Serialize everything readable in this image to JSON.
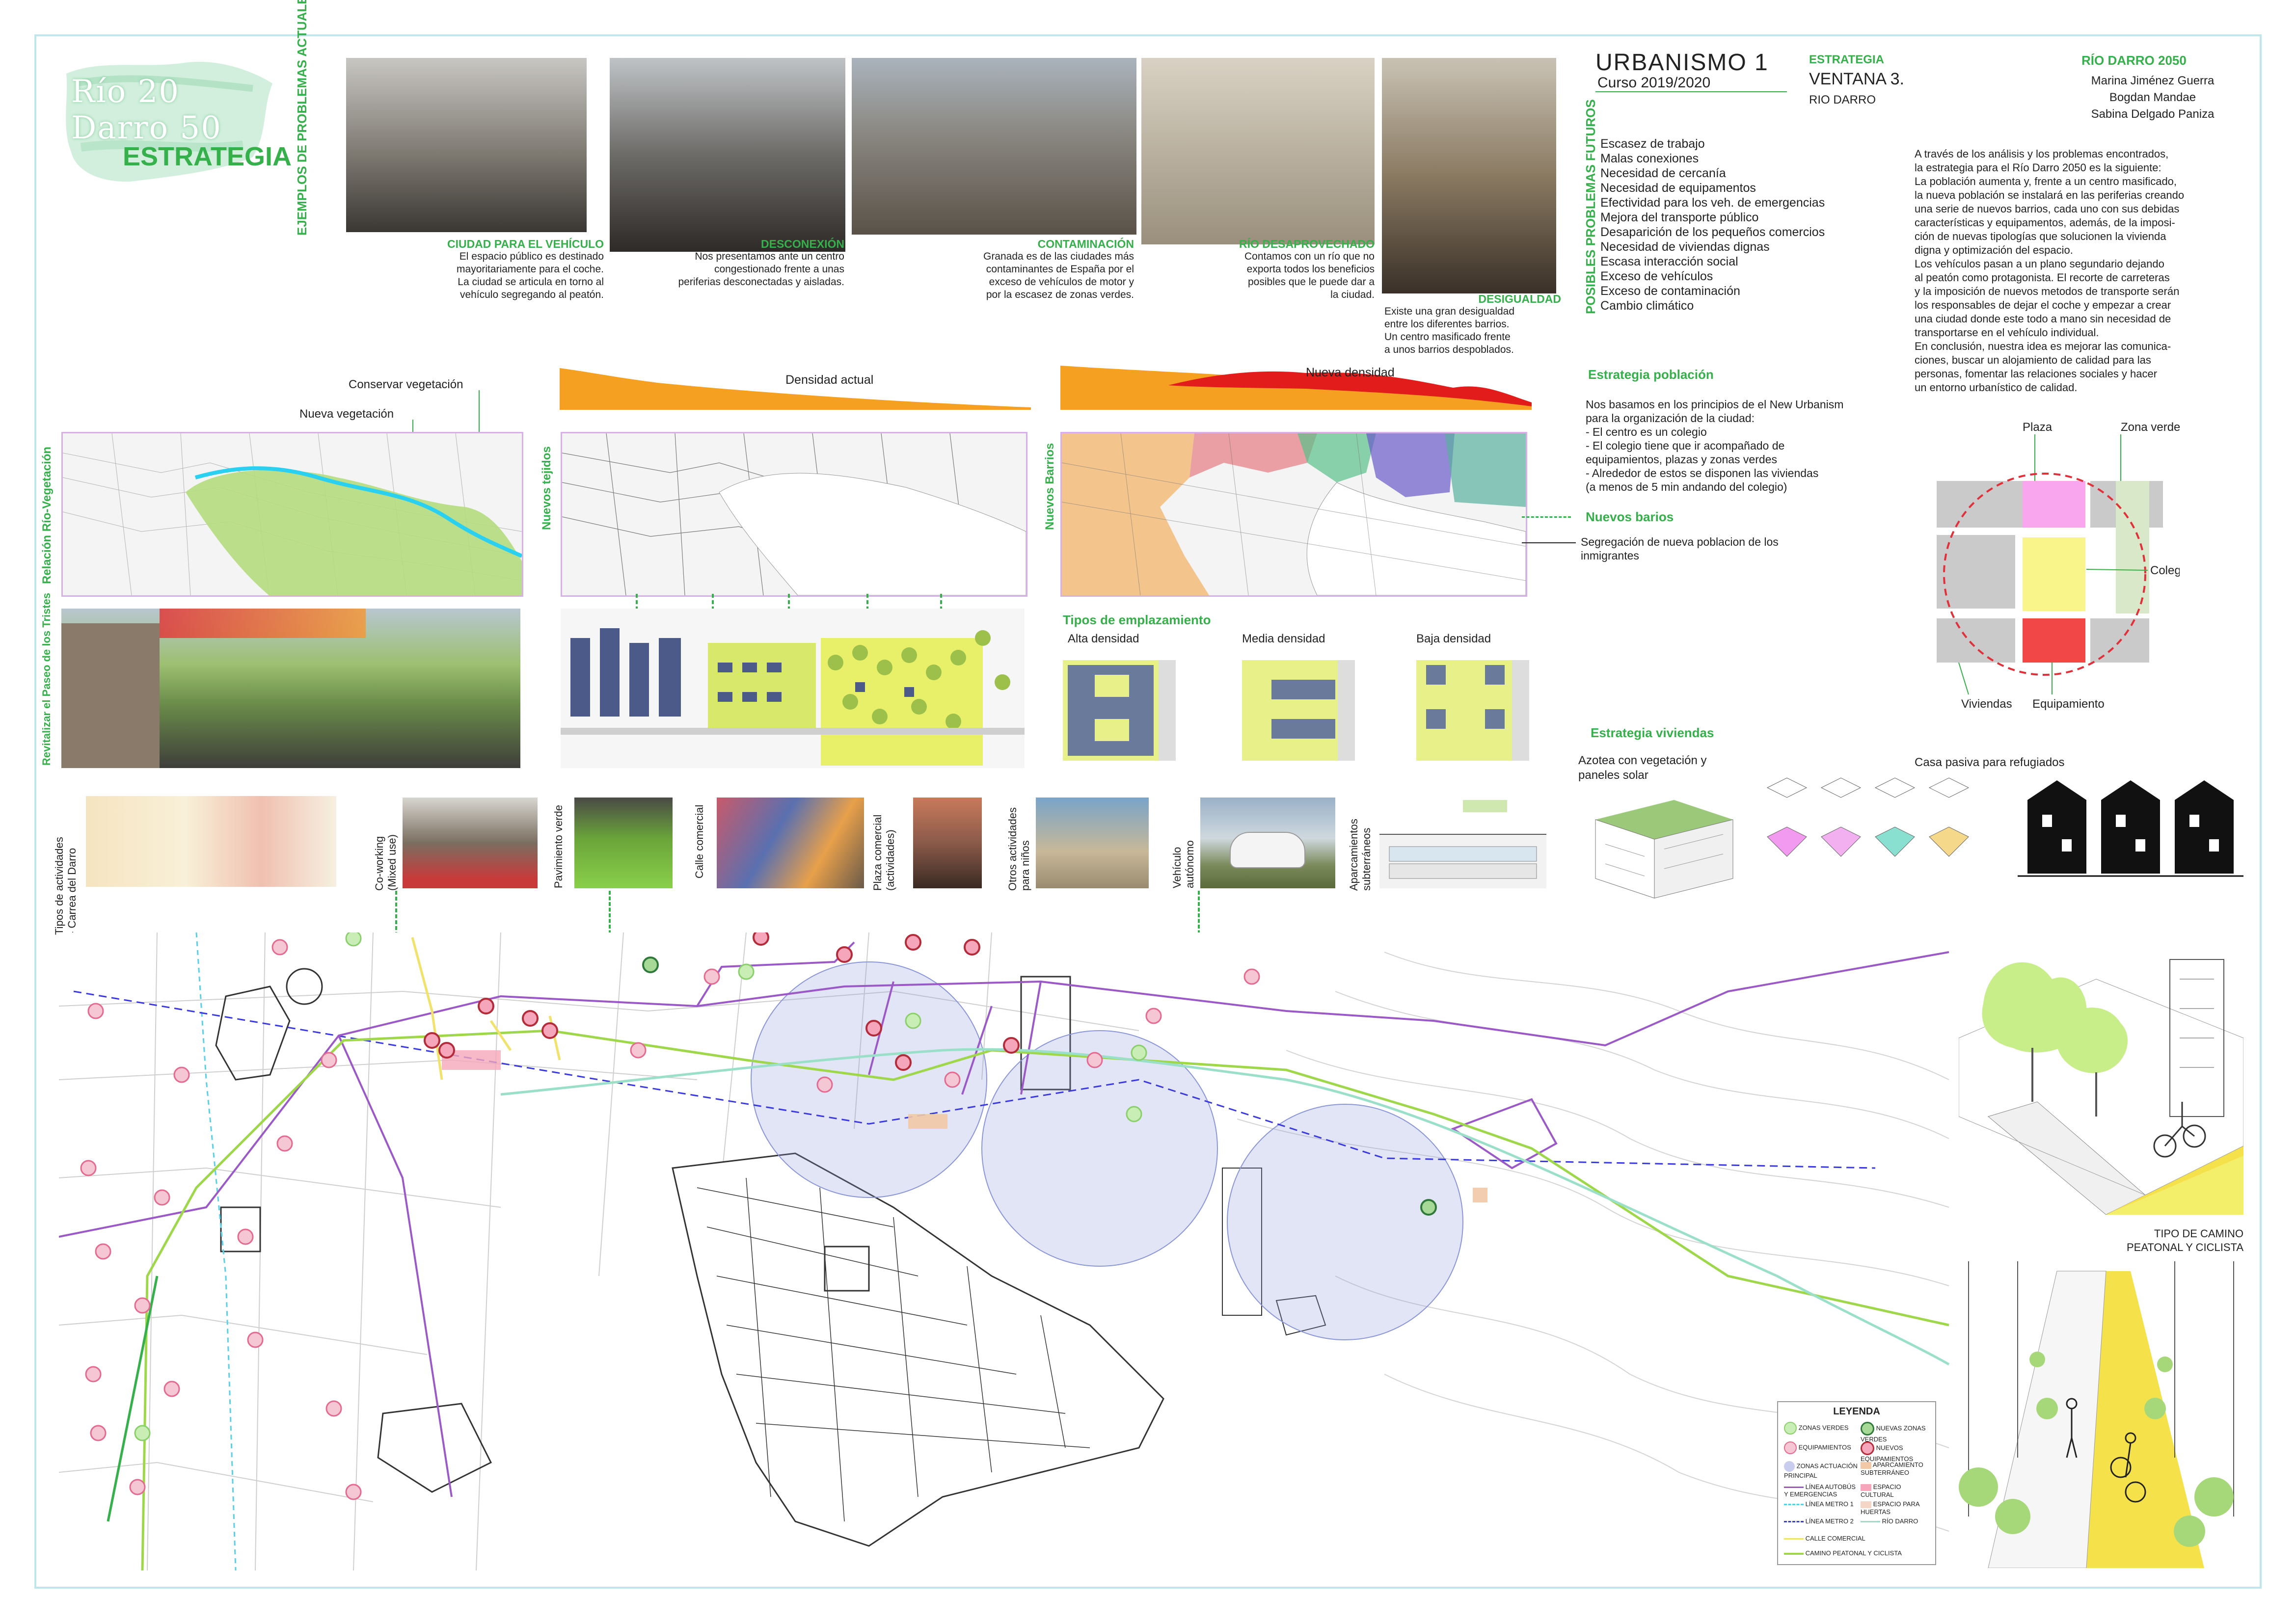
{
  "logo": {
    "text": "Río 20 Darro 50",
    "subtitle": "ESTRATEGIA"
  },
  "examples_label": "EJEMPLOS DE PROBLEMAS ACTUALES",
  "problems": [
    {
      "title": "CIUDAD PARA EL VEHÍCULO",
      "text": [
        "El espacio público es destinado",
        "mayoritariamente para el coche.",
        "La ciudad se articula en torno al",
        "vehículo segregando al peatón."
      ]
    },
    {
      "title": "DESCONEXIÓN",
      "text": [
        "Nos presentamos ante un centro",
        "congestionado frente a unas",
        "periferias desconectadas y aisladas."
      ]
    },
    {
      "title": "CONTAMINACIÓN",
      "text": [
        "Granada es de las ciudades más",
        "contaminantes de España por el",
        "exceso de vehículos de motor y",
        "por la escasez de zonas verdes."
      ]
    },
    {
      "title": "RÍO DESAPROVECHADO",
      "text": [
        "Contamos con un río que no",
        "exporta todos los beneficios",
        "posibles que le puede dar a",
        "la ciudad."
      ]
    },
    {
      "title": "DESIGUALDAD",
      "text": [
        "Existe una gran desigualdad",
        "entre los diferentes barrios.",
        "Un centro masificado frente",
        "a unos barrios despoblados."
      ]
    }
  ],
  "header": {
    "course": "URBANISMO 1",
    "year": "Curso 2019/2020",
    "strategy_label": "ESTRATEGIA",
    "window": "VENTANA 3.",
    "river": "RIO DARRO",
    "project": "RÍO DARRO 2050",
    "authors": [
      "Marina Jiménez Guerra",
      "Bogdan Mandae",
      "Sabina Delgado Paniza"
    ]
  },
  "future_label": "POSIBLES PROBLEMAS FUTUROS",
  "future_problems": [
    "Escasez de trabajo",
    "Malas conexiones",
    "Necesidad de cercanía",
    "Necesidad de equipamentos",
    "Efectividad para los veh. de emergencias",
    "Mejora del transporte público",
    "Desaparición de los pequeños comercios",
    "Necesidad de viviendas dignas",
    "Escasa interacción social",
    "Exceso de vehículos",
    "Exceso de contaminación",
    "Cambio climático"
  ],
  "summary": [
    "A través de los análisis y los problemas encontrados,",
    "la estrategia para el Río Darro 2050 es la siguiente:",
    "La población aumenta y, frente a un centro masificado,",
    "la nueva población se instalará en las periferias creando",
    "una serie de nuevos barrios, cada uno con sus debidas",
    "características y equipamentos, además, de la imposi-",
    "ción de nuevas tipologías que solucionen la vivienda",
    "digna y optimización del espacio.",
    "Los vehículos pasan a un plano segundario dejando",
    "al peatón como protagonista. El recorte de carreteras",
    "y la imposición de nuevos metodos de transporte serán",
    "los responsables de dejar el coche y empezar a crear",
    "una ciudad donde este todo a mano sin necesidad de",
    "transportarse en el vehículo individual.",
    "En conclusión, nuestra idea es mejorar las comunica-",
    "ciones, buscar un alojamiento de calidad para las",
    "personas, fomentar las relaciones sociales y hacer",
    "un entorno urbanístico de calidad."
  ],
  "density": {
    "current": "Densidad actual",
    "new": "Nueva densidad"
  },
  "veg_labels": {
    "keep": "Conservar vegetación",
    "new": "Nueva vegetación"
  },
  "row_labels": {
    "relation": "Relación  Río-Vegetación",
    "fabric": "Nuevos tejidos",
    "barrios": "Nuevos Barrios",
    "paseo": "Revitalizar el Paseo de los Tristes"
  },
  "population": {
    "title": "Estrategia población",
    "text": [
      "Nos basamos en los principios de el New Urbanism",
      "para la organización de la ciudad:",
      "- El centro es un colegio",
      "- El colegio tiene que ir acompañado de",
      "  equipamientos, plazas y zonas verdes",
      "- Alrededor de estos se disponen las viviendas",
      "  (a menos de 5 min andando del colegio)"
    ],
    "new_barrios": "Nuevos barios",
    "segregation": [
      "Segregación de nueva poblacion de los",
      "inmigrantes"
    ]
  },
  "diagram": {
    "plaza": "Plaza",
    "green": "Zona verde",
    "school": "Colegio",
    "housing": "Viviendas",
    "equipment": "Equipamiento"
  },
  "emplacement": {
    "title": "Tipos de emplazamiento",
    "high": "Alta densidad",
    "mid": "Media densidad",
    "low": "Baja densidad"
  },
  "housing": {
    "title": "Estrategia viviendas",
    "roof": [
      "Azotea con vegetación y",
      "paneles solar"
    ],
    "passive": "Casa pasiva para refugiados"
  },
  "activities": [
    [
      "Tipos de actividades",
      "- Carrea del Darro"
    ],
    [
      "Co-working",
      "(Mixed use)"
    ],
    [
      "Pavimiento verde"
    ],
    [
      "Calle comercial"
    ],
    [
      "Plaza comercial",
      "(actividades)"
    ],
    [
      "Otros actividades",
      "para niños"
    ],
    [
      "Vehículo",
      "autónomo"
    ],
    [
      "Aparcamientos",
      "subterráneos"
    ]
  ],
  "path_caption": [
    "TIPO DE CAMINO",
    "PEATONAL Y CICLISTA"
  ],
  "legend": {
    "title": "LEYENDA",
    "items": [
      "ZONAS VERDES",
      "NUEVAS ZONAS VERDES",
      "EQUIPAMIENTOS",
      "NUEVOS EQUIPAMIENTOS",
      "ZONAS ACTUACIÓN PRINCIPAL",
      "APARCAMIENTO SUBTERRÁNEO",
      "LÍNEA AUTOBÚS Y EMERGENCIAS",
      "ESPACIO CULTURAL",
      "LÍNEA METRO 1",
      "ESPACIO PARA HUERTAS",
      "LÍNEA METRO 2",
      "RÍO DARRO",
      "CALLE COMERCIAL",
      "CAMINO PEATONAL Y CICLISTA"
    ]
  },
  "colors": {
    "accent_green": "#35b04a",
    "accent_red": "#e0303a",
    "density_orange": "#f5a020",
    "frame": "#bfe6ea",
    "purple": "#9b59c8"
  }
}
